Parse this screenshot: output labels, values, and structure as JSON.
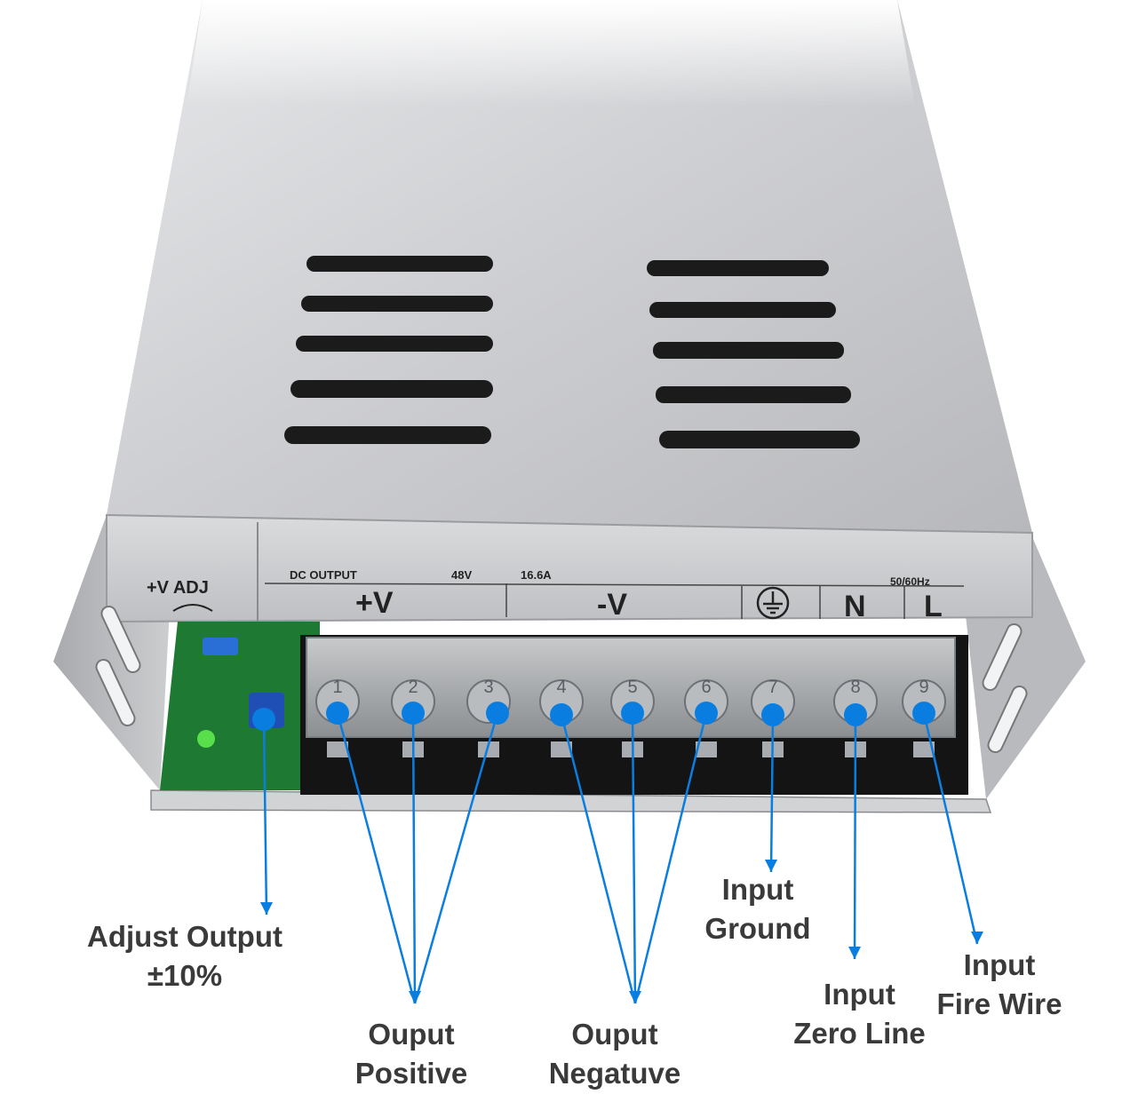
{
  "panel": {
    "adj_label": "+V ADJ",
    "dc_output": "DC OUTPUT",
    "voltage": "48V",
    "current": "16.6A",
    "frequency": "50/60Hz",
    "pos_terminal": "+V",
    "neg_terminal": "-V",
    "neutral": "N",
    "line": "L"
  },
  "terminals": [
    "1",
    "2",
    "3",
    "4",
    "5",
    "6",
    "7",
    "8",
    "9"
  ],
  "callouts": {
    "adjust": {
      "line1": "Adjust Output",
      "line2": "±10%"
    },
    "positive": {
      "line1": "Ouput",
      "line2": "Positive"
    },
    "negative": {
      "line1": "Ouput",
      "line2": "Negatuve"
    },
    "ground": {
      "line1": "Input",
      "line2": "Ground"
    },
    "zero": {
      "line1": "Input",
      "line2": "Zero Line"
    },
    "fire": {
      "line1": "Input",
      "line2": "Fire Wire"
    }
  },
  "colors": {
    "callout_blue": "#0a7ee0",
    "label_text": "#3a3a3a",
    "casing": "#c9cacc"
  }
}
